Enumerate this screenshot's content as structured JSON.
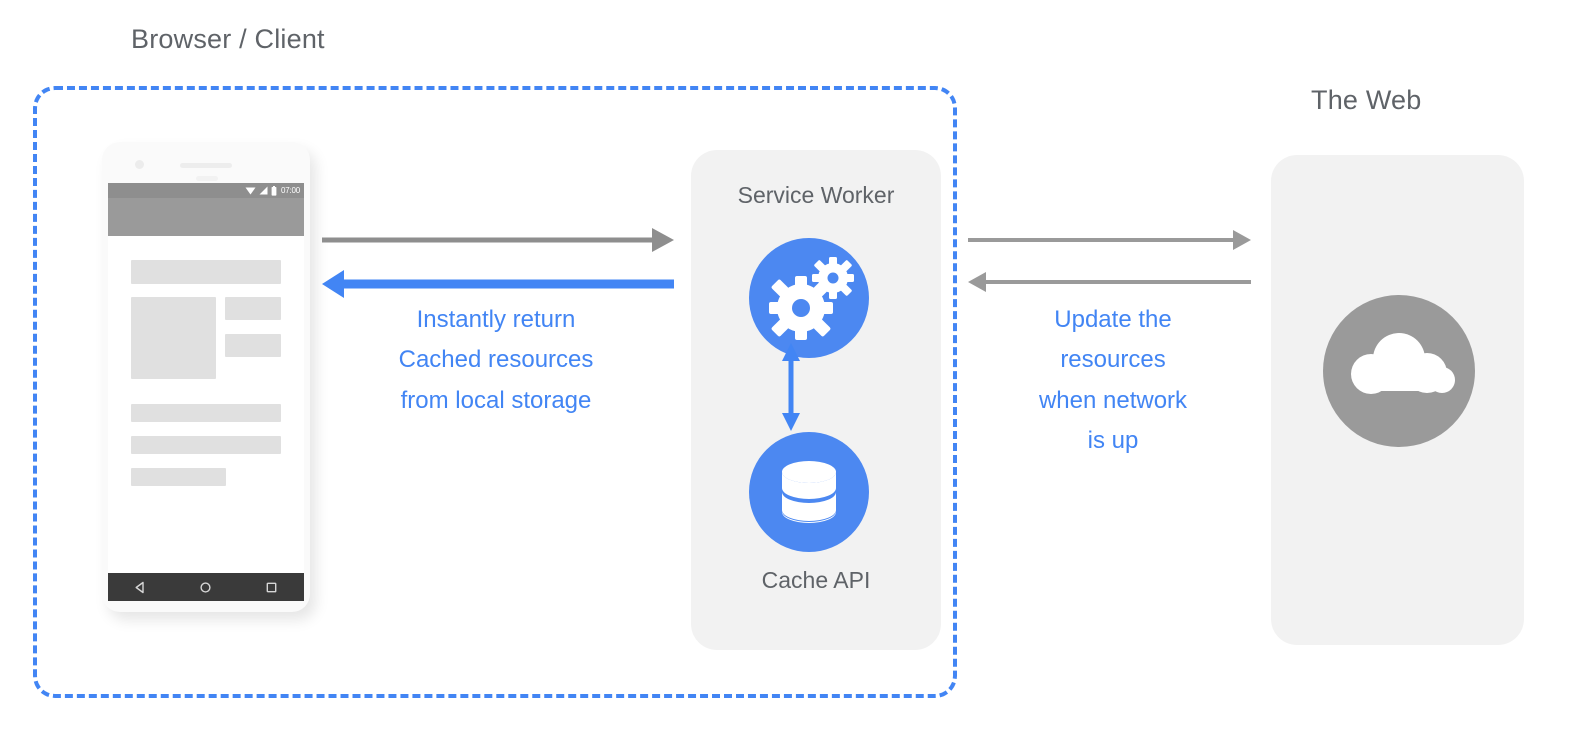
{
  "diagram": {
    "title_browser": "Browser / Client",
    "title_web": "The Web",
    "colors": {
      "accent_blue": "#4285f4",
      "icon_blue": "#4c88f1",
      "gray_text": "#5f6368",
      "gray_arrow": "#9a9a9a",
      "panel_bg": "#f2f2f2",
      "placeholder": "#e0e0e0"
    }
  },
  "phone": {
    "status_bar": {
      "time": "07:00",
      "icons": [
        "wifi-icon",
        "signal-icon",
        "battery-icon"
      ]
    },
    "nav_bar": {
      "back": "back-triangle-icon",
      "home": "home-circle-icon",
      "recents": "recents-square-icon"
    }
  },
  "service_worker_panel": {
    "title": "Service Worker",
    "cache_title": "Cache API",
    "worker_icon": "gears-icon",
    "cache_icon": "database-icon"
  },
  "web_panel": {
    "title": "The Web",
    "icon": "cloud-icon"
  },
  "annotations": {
    "left": {
      "lines": [
        "Instantly return",
        "Cached resources",
        "from local storage"
      ]
    },
    "right": {
      "lines": [
        "Update the",
        "resources",
        "when network",
        "is up"
      ]
    }
  },
  "arrows": {
    "client_to_worker": "request-arrow-right-gray",
    "worker_to_client": "cached-response-arrow-left-blue",
    "worker_to_web": "fetch-arrow-right-gray",
    "web_to_worker": "response-arrow-left-gray",
    "worker_cache_bidirectional": "read-write-arrow-blue"
  }
}
